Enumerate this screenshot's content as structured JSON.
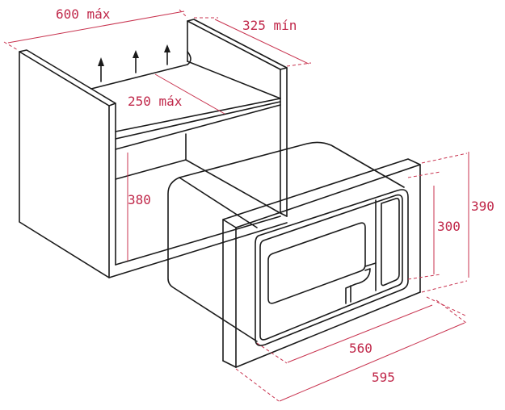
{
  "diagram": {
    "type": "built-in microwave installation dimensions",
    "line_color": "#1a1a1a",
    "dimension_color": "#c0284a",
    "labels": {
      "cabinet_width": "600 máx",
      "cabinet_depth": "325 mín",
      "shelf_depth": "250 máx",
      "niche_height": "380",
      "appliance_height": "300",
      "frame_height": "390",
      "appliance_width": "560",
      "frame_width": "595"
    },
    "elements": [
      {
        "name": "cabinet",
        "description": "open cabinet carcass with shelf"
      },
      {
        "name": "ventilation-arrows",
        "count": 3
      },
      {
        "name": "microwave",
        "description": "microwave with door, window and control panel"
      },
      {
        "name": "mounting-frame",
        "description": "front trim frame"
      }
    ]
  }
}
